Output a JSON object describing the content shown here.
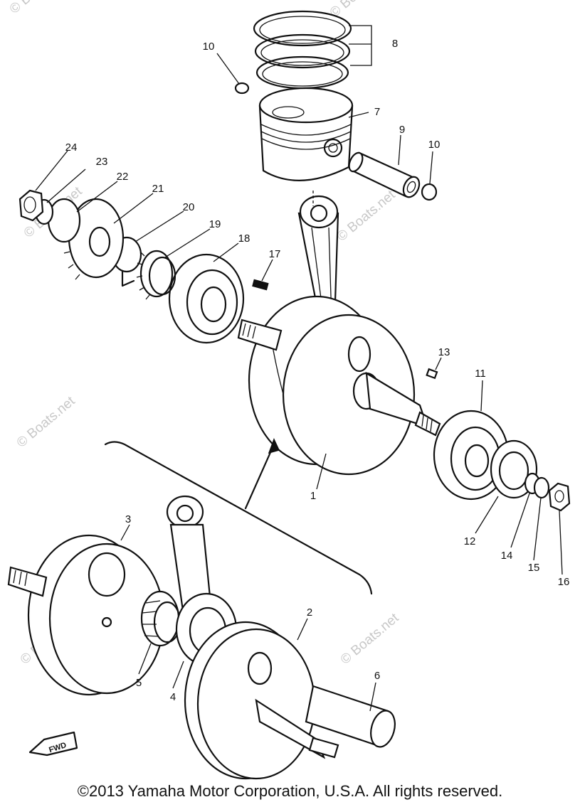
{
  "copyright": "©2013 Yamaha Motor Corporation, U.S.A. All rights reserved.",
  "watermark": "© Boats.net",
  "direction_label": "FWD",
  "callouts": [
    "1",
    "2",
    "3",
    "4",
    "5",
    "6",
    "7",
    "8",
    "9",
    "10",
    "10",
    "11",
    "12",
    "13",
    "14",
    "15",
    "16",
    "17",
    "18",
    "19",
    "20",
    "21",
    "22",
    "23",
    "24"
  ]
}
